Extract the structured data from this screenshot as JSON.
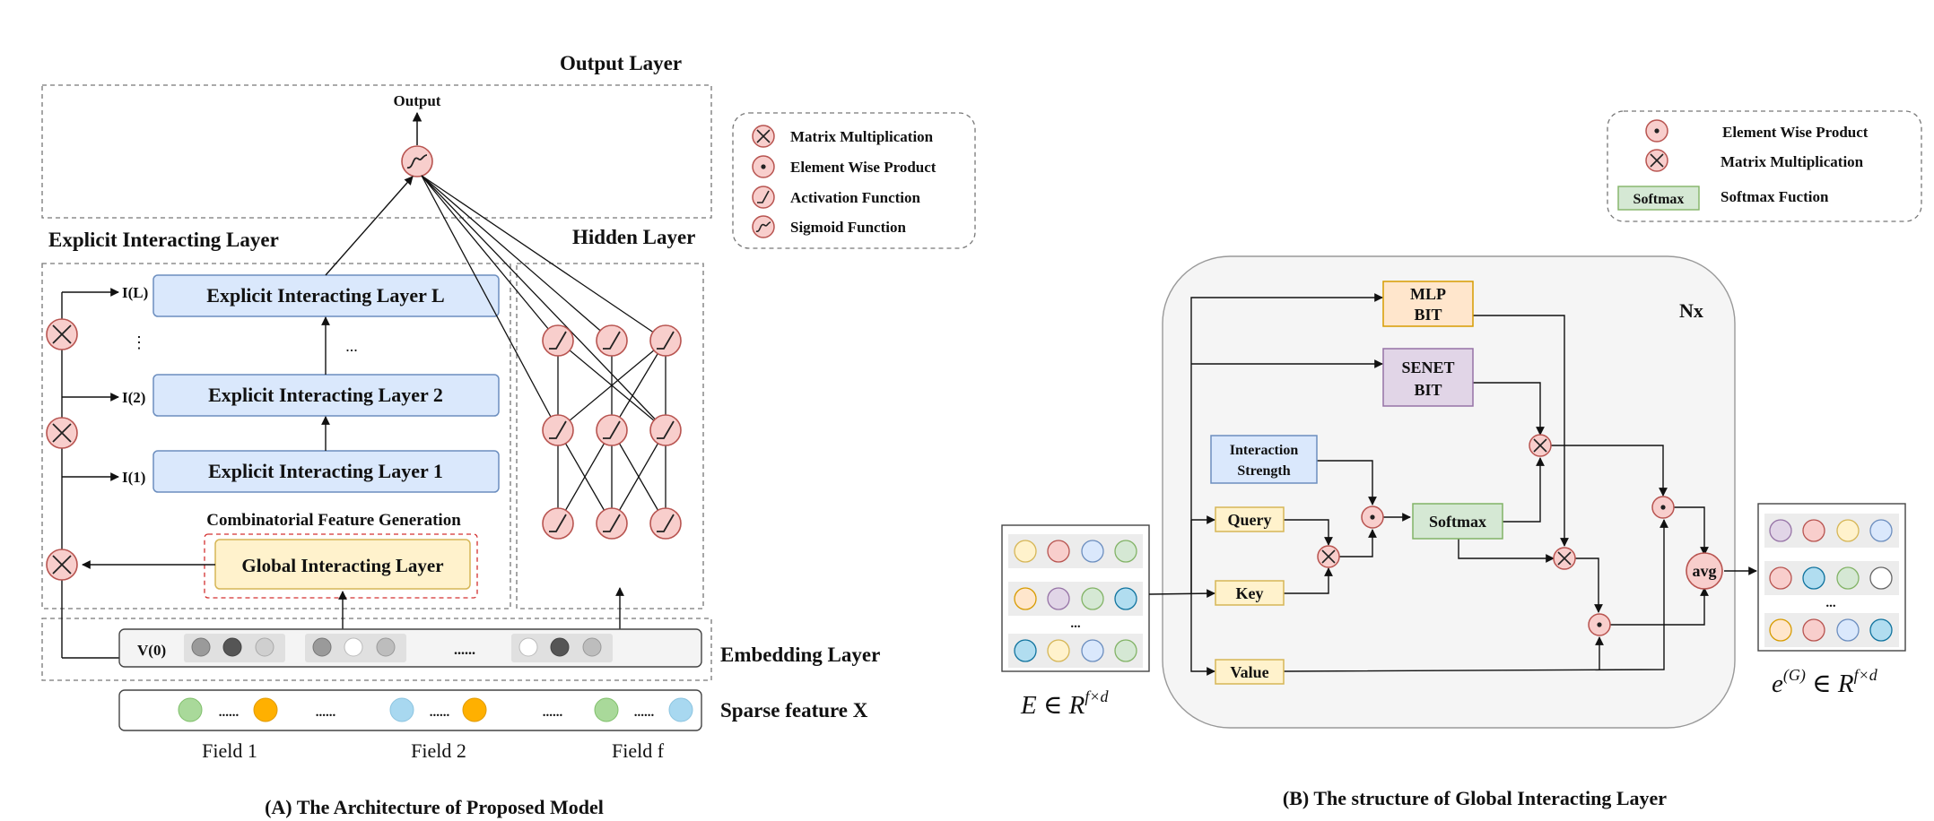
{
  "panel_a": {
    "caption": "(A) The Architecture of Proposed Model",
    "section_titles": {
      "output": "Output Layer",
      "explicit": "Explicit Interacting Layer",
      "hidden": "Hidden Layer",
      "embedding": "Embedding Layer",
      "sparse": "Sparse feature X"
    },
    "output_label": "Output",
    "layers": {
      "l": "Explicit Interacting Layer L",
      "two": "Explicit Interacting Layer 2",
      "one": "Explicit Interacting Layer 1",
      "global": "Global Interacting Layer"
    },
    "combinatorial_label": "Combinatorial Feature Generation",
    "interaction_labels": {
      "l": "I(L)",
      "two": "I(2)",
      "one": "I(1)"
    },
    "vertical_ellipsis": "⋮",
    "layer_ellipsis": "...",
    "v0_label": "V(0)",
    "embedding_dots": "......",
    "sparse_dots": "......",
    "fields": [
      "Field 1",
      "Field 2",
      "Field f"
    ],
    "legend": [
      {
        "icon": "matrix-multiplication",
        "label": "Matrix Multiplication"
      },
      {
        "icon": "element-wise-product",
        "label": "Element Wise Product"
      },
      {
        "icon": "activation-function",
        "label": "Activation Function"
      },
      {
        "icon": "sigmoid-function",
        "label": "Sigmoid Function"
      }
    ]
  },
  "panel_b": {
    "caption": "(B) The structure of Global Interacting Layer",
    "nx_label": "Nx",
    "mlp": [
      "MLP",
      "BIT"
    ],
    "senet": [
      "SENET",
      "BIT"
    ],
    "interaction_strength": [
      "Interaction",
      "Strength"
    ],
    "query": "Query",
    "key": "Key",
    "value": "Value",
    "softmax": "Softmax",
    "avg": "avg",
    "input_ellipsis": "...",
    "output_ellipsis": "...",
    "input_math": "E ∈ R",
    "input_sup": "f×d",
    "output_math_e": "e",
    "output_math_g": "(G)",
    "output_math_r": " ∈ R",
    "output_sup": "f×d",
    "legend": [
      {
        "icon": "element-wise-product",
        "label": "Element Wise Product"
      },
      {
        "icon": "matrix-multiplication",
        "label": "Matrix Multiplication"
      },
      {
        "icon": "softmax-box",
        "label": "Softmax Fuction",
        "box_text": "Softmax"
      }
    ]
  },
  "colors": {
    "blue_box": "#dae8fc",
    "blue_border": "#6c8ebf",
    "yellow_box": "#fff2cc",
    "yellow_border": "#d6b656",
    "green_box": "#d5e8d4",
    "green_border": "#82b366",
    "purple_box": "#e1d5e7",
    "purple_border": "#9673a6",
    "orange_box": "#ffe6cc",
    "orange_border": "#d79b00",
    "pink_node": "#f8cecc",
    "pink_border": "#b85450",
    "dashed_red": "#d33030"
  }
}
